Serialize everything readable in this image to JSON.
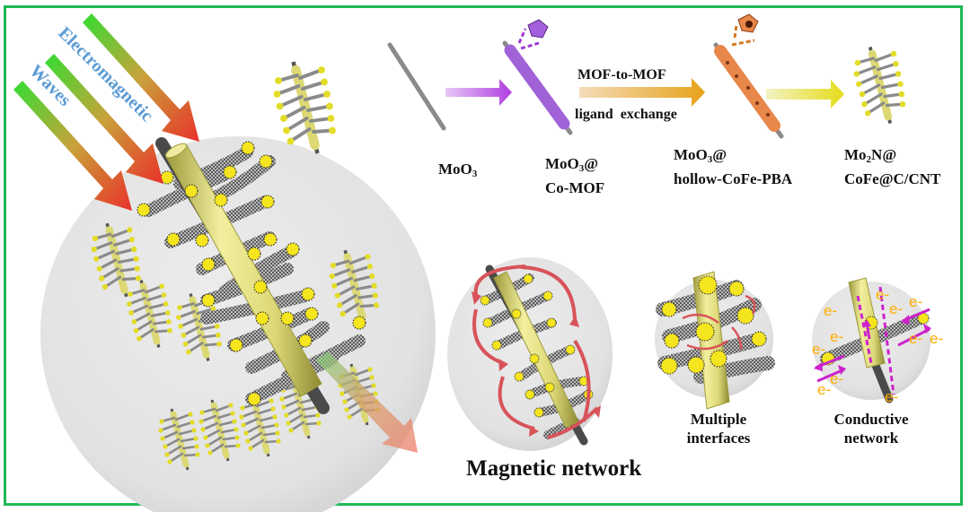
{
  "figure": {
    "border_color": "#1db954",
    "incoming_waves": {
      "word1": "Electromagnetic",
      "word2": "Waves",
      "text_color": "#5b9bd5"
    },
    "synthesis_steps": [
      {
        "id": "moo3",
        "label_main": "MoO",
        "label_sub": "3",
        "label_tail": ""
      },
      {
        "id": "co-mof",
        "line1_main": "MoO",
        "line1_sub": "3",
        "line1_tail": "@",
        "line2": "Co-MOF"
      },
      {
        "id": "pba",
        "line1_main": "MoO",
        "line1_sub": "3",
        "line1_tail": "@",
        "line2": "hollow-CoFe-PBA"
      },
      {
        "id": "final",
        "line1_main": "Mo",
        "line1_sub": "2",
        "line1_tail": "N@",
        "line2": "CoFe@C/CNT"
      }
    ],
    "conversion_arrow": {
      "top_label": "MOF-to-MOF",
      "bottom_label": "ligand  exchange"
    },
    "mechanisms": {
      "magnetic": {
        "label": "Magnetic network"
      },
      "interfaces": {
        "line1": "Multiple",
        "line2": "interfaces"
      },
      "conductive": {
        "line1": "Conductive",
        "line2": "network",
        "electron": "e-"
      }
    },
    "colors": {
      "tube": "#e6e38a",
      "tube_edge": "#a8a445",
      "core_rod": "#555555",
      "particle": "#f5e51e",
      "mof_purple": "#b57ae6",
      "pba_orange": "#e8874a",
      "magnetic_arrow": "#d9535a",
      "electron_arrow": "#cc22cc",
      "electron_text": "#ffae00"
    }
  }
}
